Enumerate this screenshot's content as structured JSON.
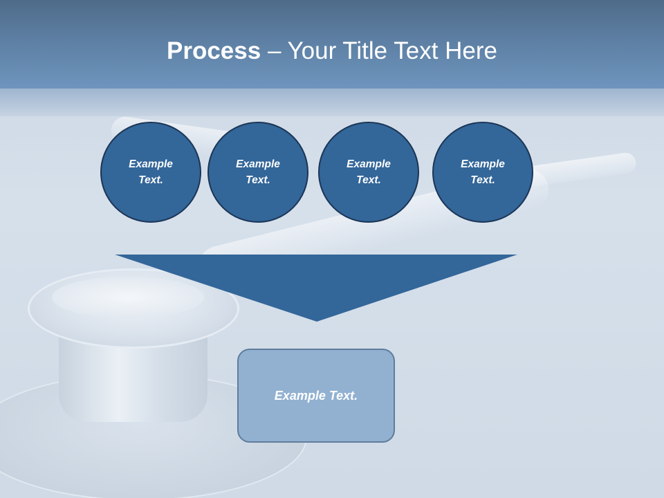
{
  "slide": {
    "title_bold": "Process",
    "title_rest": " – Your Title Text Here",
    "circles": [
      {
        "line1": "Example",
        "line2": "Text."
      },
      {
        "line1": "Example",
        "line2": "Text."
      },
      {
        "line1": "Example",
        "line2": "Text."
      },
      {
        "line1": "Example",
        "line2": "Text."
      }
    ],
    "result_box": "Example Text."
  },
  "colors": {
    "header": "#5d7fa3",
    "circle_fill": "#336699",
    "circle_border": "#1b3556",
    "arrow_fill": "#336699",
    "box_fill": "#92b1d1",
    "box_border": "#5f7c9c",
    "text": "#ffffff"
  }
}
